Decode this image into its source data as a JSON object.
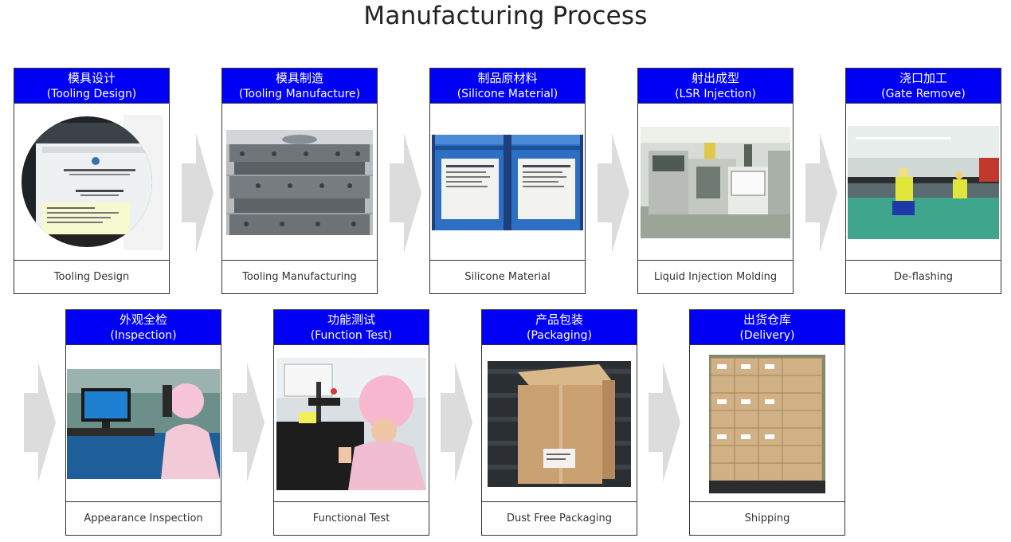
{
  "title": "Manufacturing Process",
  "steps": [
    {
      "zh": "模具设计",
      "en": "(Tooling Design)",
      "caption": "Tooling Design",
      "photo": "monitor-design-photo"
    },
    {
      "zh": "模具制造",
      "en": "(Tooling Manufacture)",
      "caption": "Tooling Manufacturing",
      "photo": "steel-mold-photo"
    },
    {
      "zh": "制品原材料",
      "en": "(Silicone Material)",
      "caption": "Silicone Material",
      "photo": "silicone-buckets-photo"
    },
    {
      "zh": "射出成型",
      "en": "(LSR Injection)",
      "caption": "Liquid Injection Molding",
      "photo": "injection-machine-photo"
    },
    {
      "zh": "浇口加工",
      "en": "(Gate Remove)",
      "caption": "De-flashing",
      "photo": "workshop-photo"
    },
    {
      "zh": "外观全检",
      "en": "(Inspection)",
      "caption": "Appearance Inspection",
      "photo": "inspection-monitor-photo"
    },
    {
      "zh": "功能测试",
      "en": "(Function Test)",
      "caption": "Functional Test",
      "photo": "test-station-photo"
    },
    {
      "zh": "产品包装",
      "en": "(Packaging)",
      "caption": "Dust Free Packaging",
      "photo": "carton-box-photo"
    },
    {
      "zh": "出货仓库",
      "en": "(Delivery)",
      "caption": "Shipping",
      "photo": "pallet-boxes-photo"
    }
  ],
  "colors": {
    "header": "#0000f5",
    "arrow": "#dcdcdc",
    "border": "#333333"
  }
}
